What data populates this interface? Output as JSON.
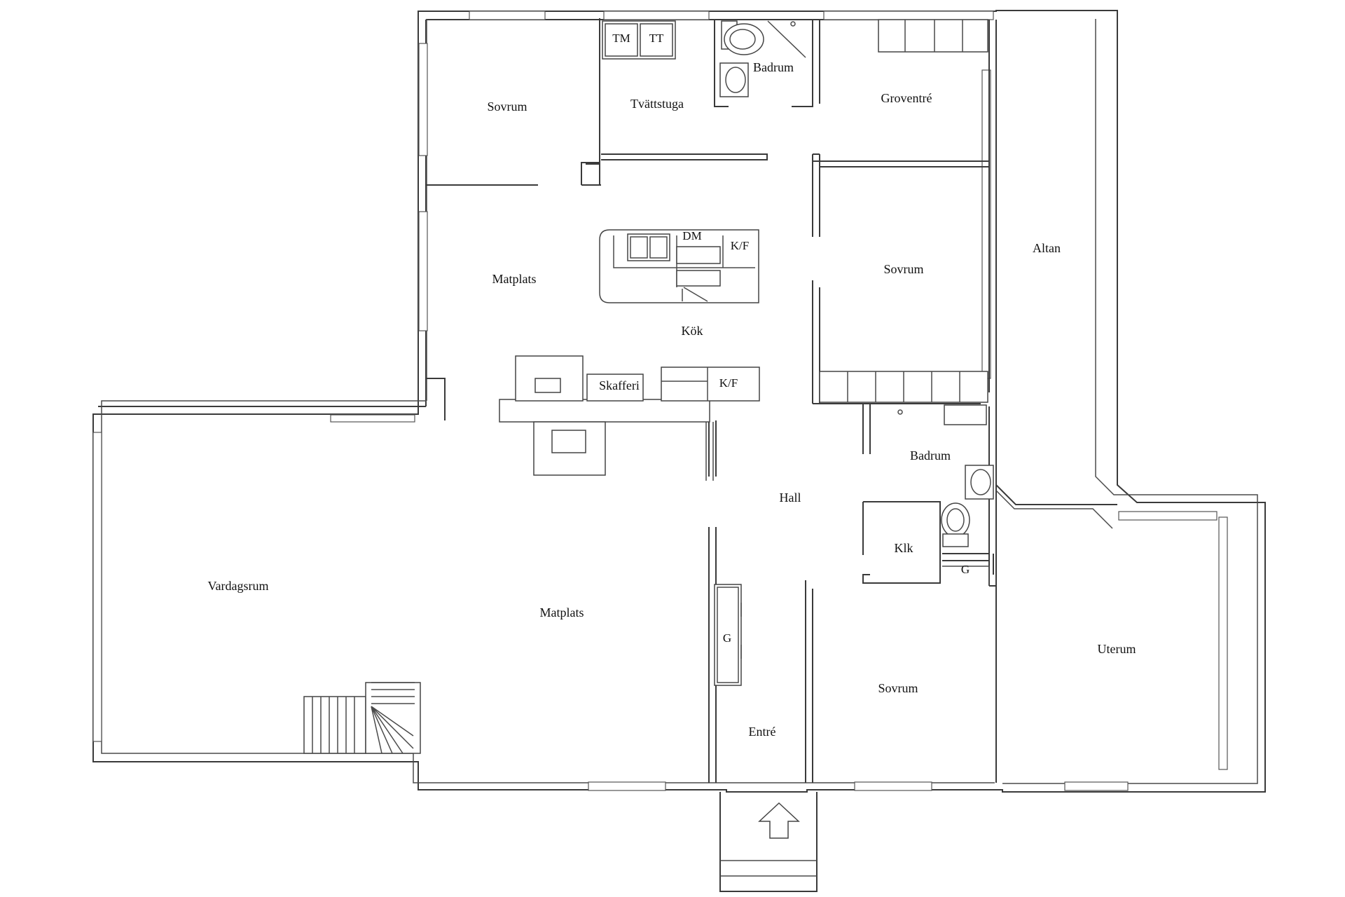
{
  "rooms": {
    "sovrum_nw": "Sovrum",
    "tvattstuga": "Tvättstuga",
    "badrum_top": "Badrum",
    "groventre": "Groventré",
    "matplats_upper": "Matplats",
    "kok": "Kök",
    "sovrum_mid": "Sovrum",
    "altan": "Altan",
    "skafferi": "Skafferi",
    "badrum_mid": "Badrum",
    "hall": "Hall",
    "klk": "Klk",
    "vardagsrum": "Vardagsrum",
    "matplats_lower": "Matplats",
    "sovrum_se": "Sovrum",
    "uterum": "Uterum",
    "entre": "Entré"
  },
  "fixtures": {
    "tm": "TM",
    "tt": "TT",
    "dm": "DM",
    "kf_island": "K/F",
    "kf_pantry": "K/F",
    "g_fireplace": "G",
    "g_closet": "G"
  },
  "icons": {
    "entrance_arrow": "arrow-up-icon",
    "toilet": "toilet-icon",
    "sink": "sink-icon",
    "stairs": "stairs-icon"
  }
}
